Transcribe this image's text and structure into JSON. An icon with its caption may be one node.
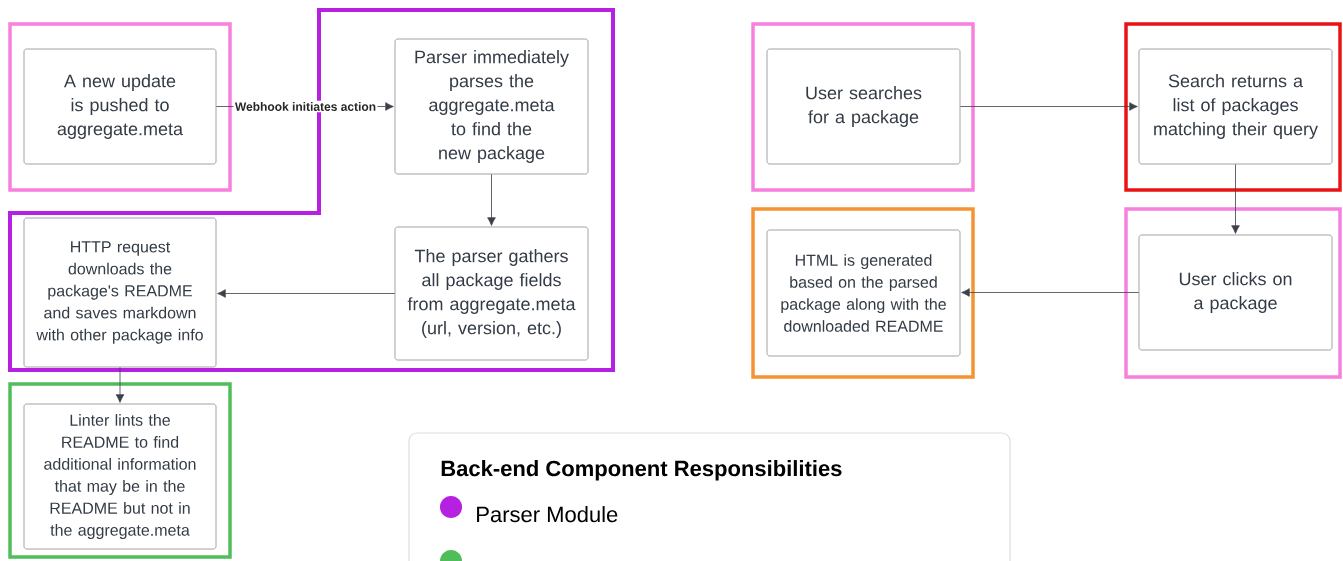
{
  "diagram": {
    "nodes": [
      {
        "text": [],
        "shape": "box"
      },
      {
        "text": [
          "A new update is pushed to aggregate.meta"
        ],
        "in": 0
      },
      {
        "text": [],
        "shape": "box"
      },
      {
        "text": [
          "Parser immediately parses the aggregate.meta to find the new package"
        ],
        "in": 2
      },
      {
        "text": [
          "HTTP request downloads the package's README and saves markdown with other package info"
        ],
        "in": 2
      },
      {
        "text": [
          "The parser gathers all package fields from aggregate.meta (url, version, etc.)"
        ],
        "in": 2
      },
      {
        "text": [],
        "shape": "box"
      },
      {
        "text": [
          "Linter lints the README to find additional information that may be in the README but not in the aggregate.meta"
        ],
        "in": 6
      },
      {
        "text": [],
        "shape": "box"
      },
      {
        "text": [
          "User searches for a package"
        ],
        "in": 8
      },
      {
        "text": [],
        "shape": "box"
      },
      {
        "text": [
          "Search returns a list of packages matching their query"
        ],
        "in": 10
      },
      {
        "text": [],
        "shape": "box"
      },
      {
        "text": [
          "HTML is generated based on the parsed package along with the downloaded README"
        ],
        "in": 12
      },
      {
        "text": [],
        "shape": "box"
      },
      {
        "text": [
          "User clicks on a package"
        ],
        "in": 14
      }
    ],
    "edges": [
      {
        "from": 1,
        "to": 3,
        "arrow": "to",
        "label": "Webhook initiates action"
      },
      {
        "from": 3,
        "to": 5,
        "arrow": "to"
      },
      {
        "from": 5,
        "to": 4,
        "arrow": "to"
      },
      {
        "from": 4,
        "to": 7,
        "arrow": "to"
      },
      {
        "from": 9,
        "to": 11,
        "arrow": "to"
      },
      {
        "from": 11,
        "to": 15,
        "arrow": "to"
      },
      {
        "from": 15,
        "to": 13,
        "arrow": "to"
      }
    ],
    "labels": [
      "Back-end Component Responsibilities"
    ],
    "legend": [
      {
        "text": "Parser Module",
        "color": "#b620e0"
      }
    ]
  }
}
